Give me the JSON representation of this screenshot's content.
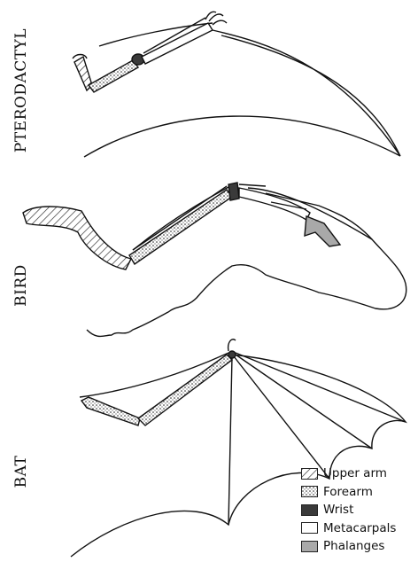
{
  "labels": {
    "pterodactyl": "PTERODACTYL",
    "bird": "BIRD",
    "bat": "BAT"
  },
  "legend": [
    {
      "label": "Upper arm",
      "pattern": "hatch"
    },
    {
      "label": "Forearm",
      "pattern": "dots"
    },
    {
      "label": "Wrist",
      "pattern": "dark",
      "color": "#3a3a3a"
    },
    {
      "label": "Metacarpals",
      "pattern": "white",
      "color": "#ffffff"
    },
    {
      "label": "Phalanges",
      "pattern": "gray",
      "color": "#a9a9a9"
    }
  ]
}
